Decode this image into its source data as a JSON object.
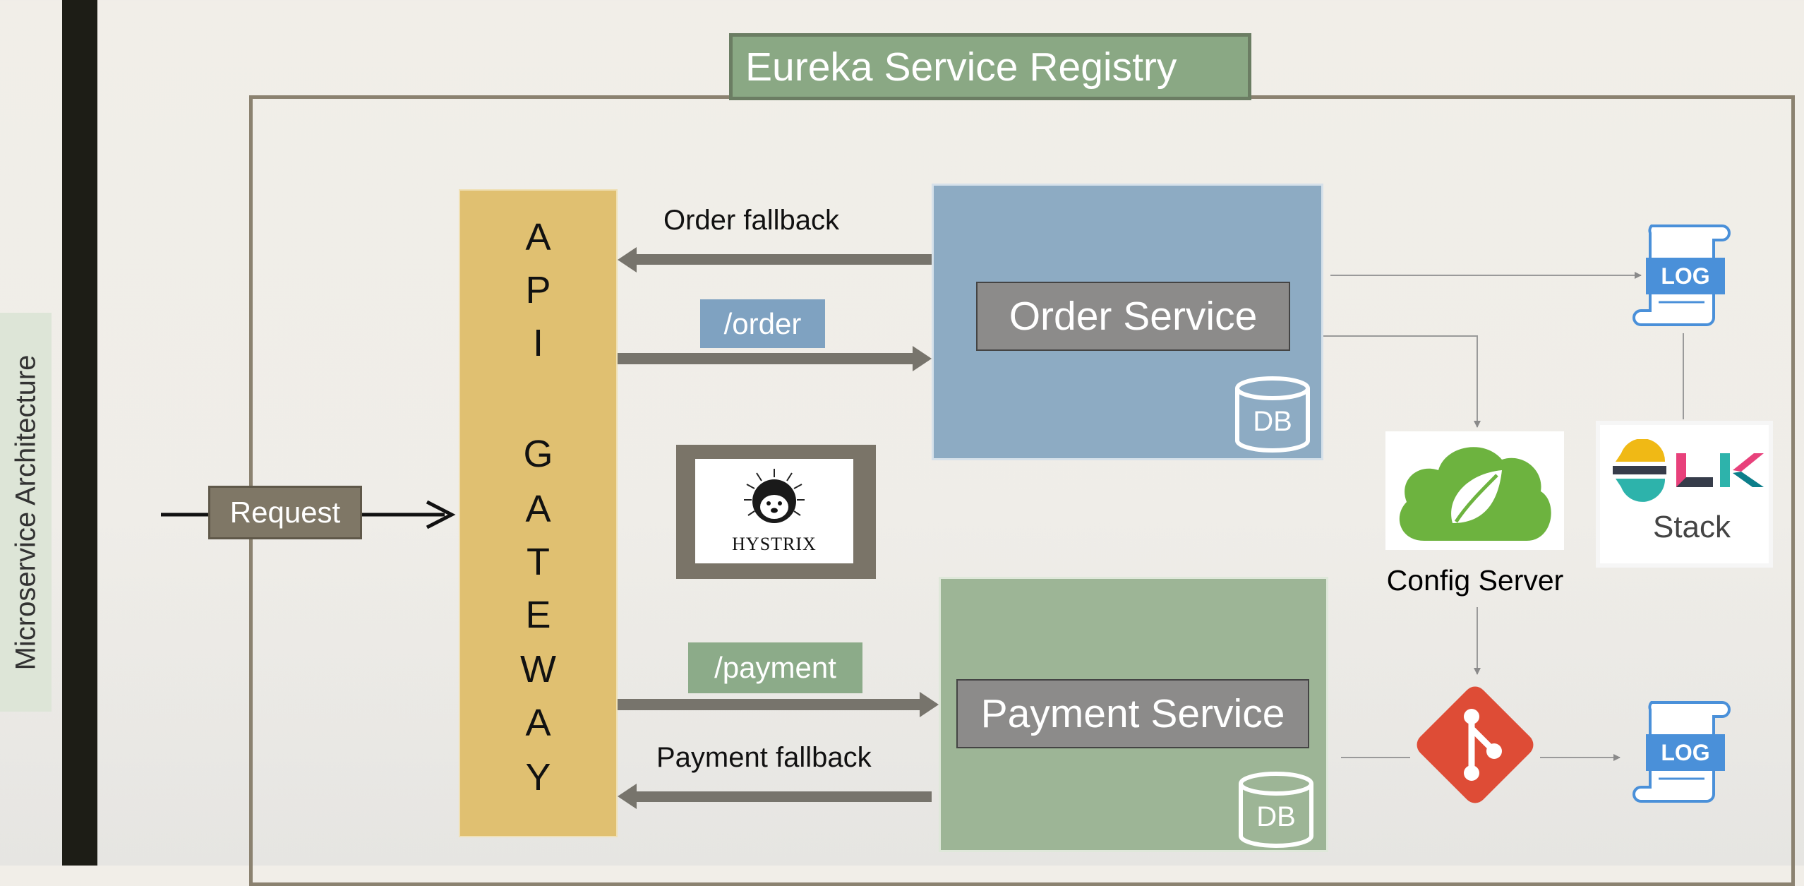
{
  "side_title": "Microservice Architecture",
  "registry": {
    "title": "Eureka Service Registry"
  },
  "gateway": {
    "letters": [
      "A",
      "P",
      "I",
      "G",
      "A",
      "T",
      "E",
      "W",
      "A",
      "Y"
    ]
  },
  "request": {
    "label": "Request"
  },
  "routes": {
    "order_fallback": "Order fallback",
    "order_path": "/order",
    "payment_path": "/payment",
    "payment_fallback": "Payment fallback"
  },
  "services": {
    "order": {
      "name": "Order Service",
      "db": "DB"
    },
    "payment": {
      "name": "Payment Service",
      "db": "DB"
    }
  },
  "hystrix": {
    "label": "HYSTRIX"
  },
  "config": {
    "label": "Config Server"
  },
  "elk": {
    "label": "Stack"
  },
  "logs": {
    "top": "LOG",
    "bottom": "LOG"
  },
  "colors": {
    "gateway": "#e0c071",
    "order_box": "#8dabc3",
    "payment_box": "#9db596",
    "registry_title": "#8aa884",
    "arrow": "#77746c",
    "git": "#de4c36",
    "spring": "#6db33f",
    "log_blue": "#4a90d9"
  },
  "icons": [
    "log-file-icon",
    "spring-cloud-icon",
    "elk-stack-icon",
    "git-icon",
    "hystrix-porcupine-icon",
    "database-icon"
  ]
}
